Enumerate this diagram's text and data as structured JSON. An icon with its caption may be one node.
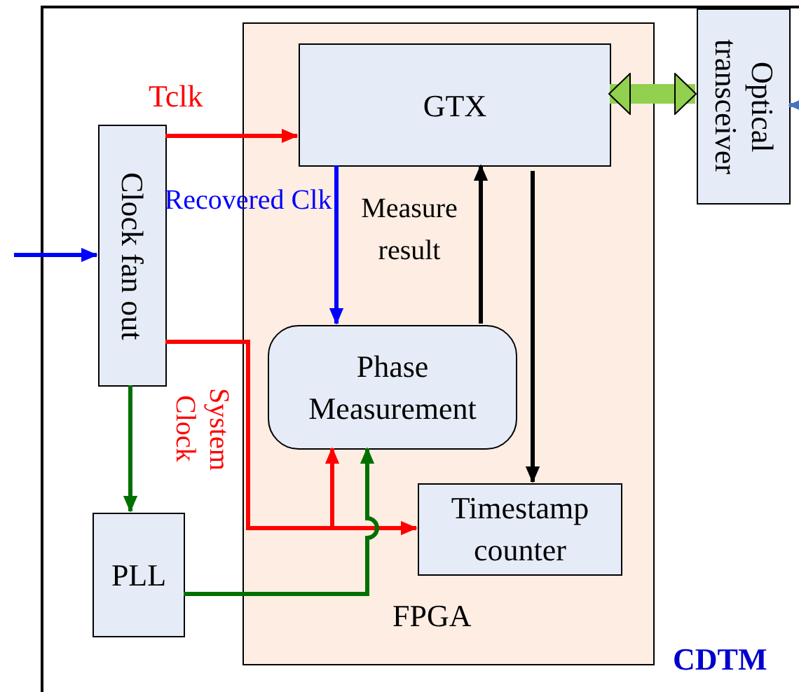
{
  "diagram": {
    "nodes": [
      {
        "text": [
          "CDTM"
        ]
      },
      {
        "text": [
          "FPGA"
        ],
        "in": 0
      },
      {
        "text": [
          "GTX"
        ],
        "in": 1
      },
      {
        "text": [
          "Optical transceiver"
        ],
        "in": 0
      },
      {
        "text": [
          "Clock fan out"
        ],
        "in": 0
      },
      {
        "text": [
          "Phase Measurement"
        ],
        "in": 1
      },
      {
        "text": [
          "Timestamp counter"
        ],
        "in": 1
      },
      {
        "text": [
          "PLL"
        ],
        "in": 0
      }
    ],
    "edges": [
      {
        "from": 4,
        "to": 2,
        "arrow": "to",
        "label": "Tclk",
        "color": "#ff0000"
      },
      {
        "from": 2,
        "to": 5,
        "arrow": "to",
        "label": "Recovered Clk",
        "color": "#0000ff"
      },
      {
        "from": 5,
        "to": 2,
        "arrow": "to",
        "label": "Measure result",
        "color": "#000000"
      },
      {
        "from": 2,
        "to": 6,
        "arrow": "to",
        "color": "#000000"
      },
      {
        "from": 4,
        "to": 6,
        "arrow": "to",
        "label": "System Clock",
        "color": "#ff0000"
      },
      {
        "from": 4,
        "to": 5,
        "arrow": "to",
        "color": "#ff0000"
      },
      {
        "from": 4,
        "to": 7,
        "arrow": "to",
        "color": "#007000"
      },
      {
        "from": 7,
        "to": 5,
        "arrow": "to",
        "color": "#007000"
      },
      {
        "from": 2,
        "to": 3,
        "arrow": "both",
        "style": "thick",
        "color": "#92d050"
      },
      {
        "from": null,
        "to": 3,
        "arrow": "to",
        "color": "#4472c4"
      },
      {
        "from": null,
        "to": 4,
        "arrow": "to",
        "color": "#0000ff"
      }
    ]
  }
}
